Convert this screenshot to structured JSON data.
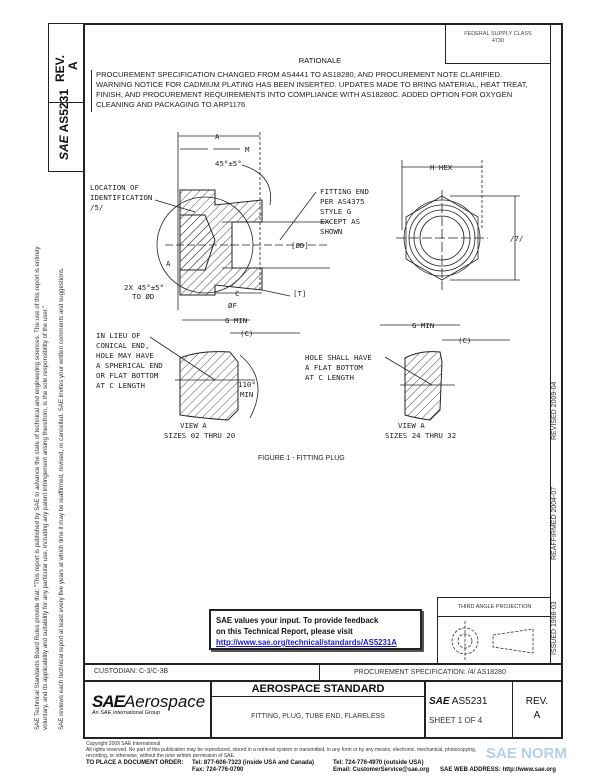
{
  "header": {
    "rev_label": "REV.",
    "rev_value": "A",
    "doc_number": "AS5231",
    "sae_logo": "SAE",
    "federal_supply_class_label": "FEDERAL SUPPLY CLASS",
    "federal_supply_class_value": "4730",
    "rationale_title": "RATIONALE",
    "rationale_text": "PROCUREMENT SPECIFICATION CHANGED FROM AS4441 TO AS18280, AND PROCUREMENT NOTE CLARIFIED. WARNING NOTICE FOR CADMIUM PLATING HAS BEEN INSERTED. UPDATES MADE TO BRING MATERIAL, HEAT TREAT, FINISH, AND PROCUREMENT REQUIREMENTS INTO COMPLIANCE WITH AS18280C. ADDED OPTION FOR OXYGEN CLEANING AND PACKAGING TO ARP1176"
  },
  "side_notes": {
    "line1": "SAE Technical Standards Board Rules provide that: \"This report is published by SAE to advance the state of technical and engineering sciences. The use of this report is entirely",
    "line2": "voluntary, and its applicability and suitability for any particular use, including any patent infringement arising therefrom, is the sole responsibility of the user.\"",
    "line3": "SAE reviews each technical report at least every five years at which time it may be reaffirmed, revised, or cancelled. SAE invites your written comments and suggestions."
  },
  "history": {
    "issued": "ISSUED 1998-03",
    "reaffirmed": "REAFFIRMED 2004-07",
    "revised": "REVISED 2009-04"
  },
  "drawing": {
    "dim_a": "A",
    "dim_m": "M",
    "angle_45": "45°±5°",
    "location_id": [
      "LOCATION OF",
      "IDENTIFICATION",
      "/5/"
    ],
    "fitting_end": [
      "FITTING END",
      "PER AS4375",
      "STYLE G",
      "EXCEPT AS",
      "SHOWN"
    ],
    "dim_d": "[ØD]",
    "view_a_marker": "A",
    "chamfer": [
      "2X 45°±5°",
      "TO ØD"
    ],
    "dim_c": "C",
    "dim_t": "[T]",
    "dim_f": "ØF",
    "g_min": "G MIN",
    "c_ref": "(C)",
    "in_lieu": [
      "IN LIEU OF",
      "CONICAL END,",
      "HOLE MAY HAVE",
      "A SPHERICAL END",
      "OR FLAT BOTTOM",
      "AT C LENGTH"
    ],
    "angle_110": [
      "110°",
      "MIN"
    ],
    "view_a_small": [
      "VIEW A",
      "SIZES 02 THRU 20"
    ],
    "h_hex": "H HEX",
    "note_7": "/7/",
    "hole_flat": [
      "HOLE SHALL HAVE",
      "A FLAT BOTTOM",
      "AT C LENGTH"
    ],
    "view_a_large": [
      "VIEW A",
      "SIZES 24 THRU 32"
    ],
    "figure_caption": "FIGURE 1 - FITTING PLUG"
  },
  "feedback": {
    "line1": "SAE values your input. To provide feedback",
    "line2": "on this Technical Report, please visit",
    "link": "http://www.sae.org/technical/standards/AS5231A"
  },
  "projection": {
    "label": "THIRD ANGLE PROJECTION"
  },
  "title_block": {
    "custodian": "CUSTODIAN: C-3/C-3B",
    "procurement": "PROCUREMENT SPECIFICATION: /4/ AS18280",
    "logo_sae": "SAE",
    "logo_aerospace": "Aerospace",
    "logo_sub": "An SAE International Group",
    "standard_type": "AEROSPACE STANDARD",
    "title": "FITTING, PLUG, TUBE END, FLARELESS",
    "doc_number": "AS5231",
    "sheet": "SHEET 1 OF 4",
    "rev_label": "REV.",
    "rev_value": "A"
  },
  "footer": {
    "copyright": "Copyright 2009 SAE International",
    "rights": "All rights reserved. No part of this publication may be reproduced, stored in a retrieval system or transmitted, in any form or by any means, electronic, mechanical, photocopying,",
    "rights2": "recording, or otherwise, without the prior written permission of SAE.",
    "order": "TO PLACE A DOCUMENT ORDER:",
    "tel_us": "Tel: 877-606-7323 (inside USA and Canada)",
    "tel_intl": "Tel: 724-776-4970 (outside USA)",
    "fax": "Fax: 724-776-0790",
    "email": "Email: CustomerService@sae.org",
    "web": "SAE WEB ADDRESS: http://www.sae.org",
    "watermark": "SAE NORM"
  }
}
